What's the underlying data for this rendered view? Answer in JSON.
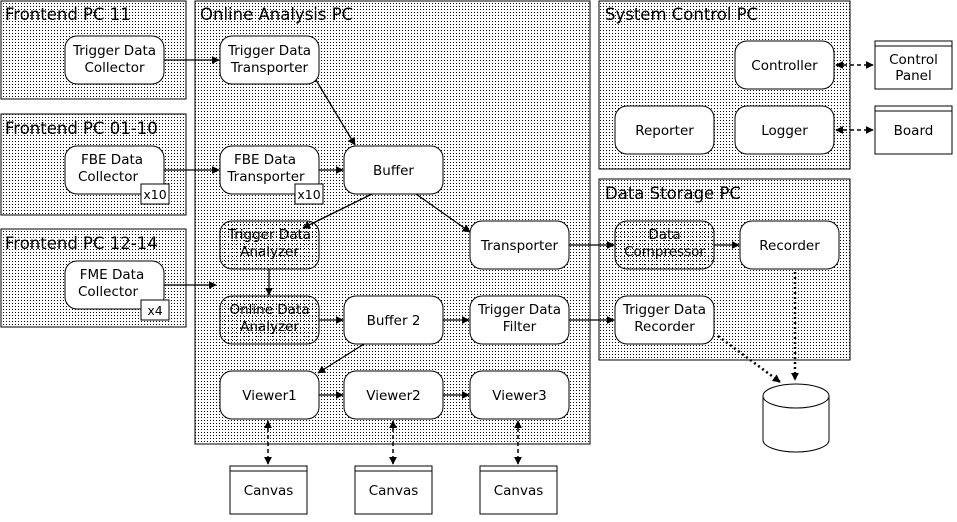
{
  "pcs": {
    "frontend11": "Frontend PC 11",
    "frontend0110": "Frontend PC 01-10",
    "frontend1214": "Frontend PC 12-14",
    "online": "Online Analysis PC",
    "system": "System Control PC",
    "storage": "Data Storage PC"
  },
  "nodes": {
    "trigger_collector": [
      "Trigger Data",
      "Collector"
    ],
    "fbe_collector": [
      "FBE Data",
      "Collector"
    ],
    "fme_collector": [
      "FME Data",
      "Collector"
    ],
    "trigger_transporter": [
      "Trigger Data",
      "Transporter"
    ],
    "fbe_transporter": [
      "FBE Data",
      "Transporter"
    ],
    "buffer": "Buffer",
    "trigger_analyzer": [
      "Trigger Data",
      "Analyzer"
    ],
    "transporter": "Transporter",
    "online_analyzer": [
      "Online Data",
      "Analyzer"
    ],
    "buffer2": "Buffer 2",
    "trigger_filter": [
      "Trigger Data",
      "Filter"
    ],
    "viewer1": "Viewer1",
    "viewer2": "Viewer2",
    "viewer3": "Viewer3",
    "controller": "Controller",
    "reporter": "Reporter",
    "logger": "Logger",
    "compressor": [
      "Data",
      "Compressor"
    ],
    "recorder": "Recorder",
    "trigger_recorder": [
      "Trigger Data",
      "Recorder"
    ]
  },
  "multipliers": {
    "fbe_collector": "x10",
    "fbe_transporter": "x10",
    "fme_collector": "x4"
  },
  "windows": {
    "control_panel": [
      "Control",
      "Panel"
    ],
    "board": "Board",
    "canvas1": "Canvas",
    "canvas2": "Canvas",
    "canvas3": "Canvas"
  }
}
